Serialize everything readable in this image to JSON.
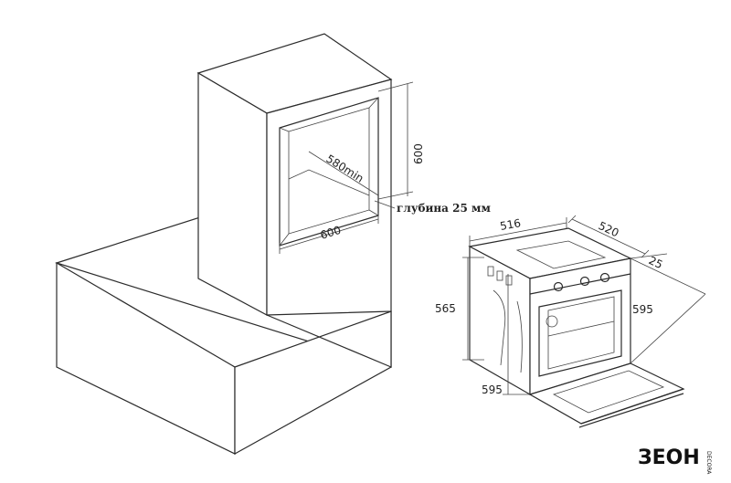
{
  "cabinet": {
    "dim_width": "600",
    "dim_height": "600",
    "dim_depth_min": "580min",
    "note_depth": "глубина 25 мм"
  },
  "oven": {
    "dim_depth_body": "516",
    "dim_depth_total": "520",
    "dim_front": "25",
    "dim_width": "595",
    "dim_height_body": "565",
    "dim_height_front": "595"
  },
  "logo": {
    "brand": "ЗЕОН",
    "small": "DECORA"
  }
}
